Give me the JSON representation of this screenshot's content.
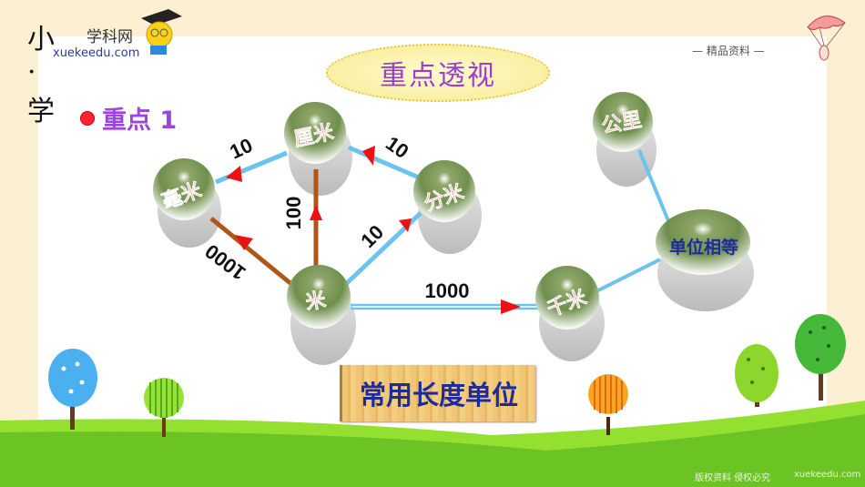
{
  "logo": {
    "main": "小·学",
    "sub": "学科网",
    "url": "xuekeedu.com"
  },
  "tagline": "— 精品资料 —",
  "title": "重点透视",
  "section": "重点 1",
  "nodes": {
    "mm": "毫米",
    "cm": "厘米",
    "dm": "分米",
    "m": "米",
    "km": "千米",
    "gongli": "公里",
    "equal": "单位相等"
  },
  "edges": {
    "cm_mm": "10",
    "dm_cm": "10",
    "m_dm": "10",
    "m_cm": "100",
    "m_mm": "1000",
    "m_km": "1000"
  },
  "board": "常用长度单位",
  "footer": {
    "copyright": "版权资料  侵权必究",
    "site": "xuekeedu.com"
  },
  "colors": {
    "blue_line": "#6cc4ee",
    "brown_line": "#b0561a",
    "arrow": "#ee1111",
    "node_text": "#ee1111",
    "equal_text": "#1e2b9a"
  }
}
